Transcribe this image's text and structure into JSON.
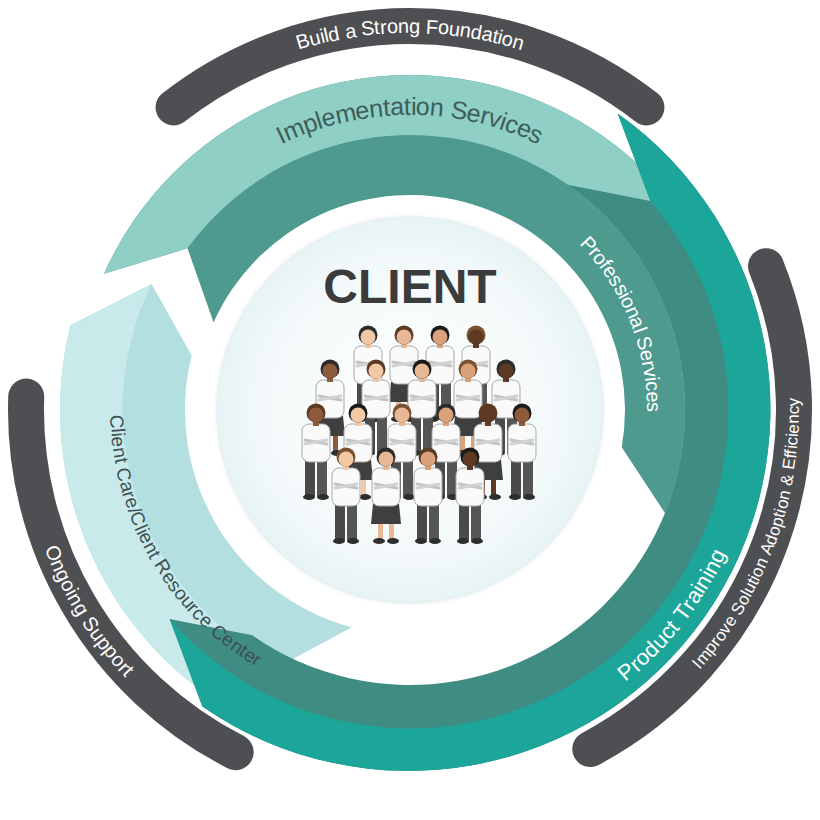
{
  "diagram": {
    "nodes": [
      {
        "text": [
          "Build a Strong Foundation"
        ]
      },
      {
        "text": [
          "Implementation Services"
        ]
      },
      {
        "text": [
          "Professional Services"
        ]
      },
      {
        "text": [
          "Product Training"
        ]
      },
      {
        "text": [
          "Improve Solution Adoption & Efficiency"
        ]
      },
      {
        "text": [
          "Ongoing Support"
        ]
      },
      {
        "text": [
          "Client Care/Client Resource Center"
        ]
      },
      {
        "text": [
          "CLIENT"
        ]
      }
    ]
  }
}
